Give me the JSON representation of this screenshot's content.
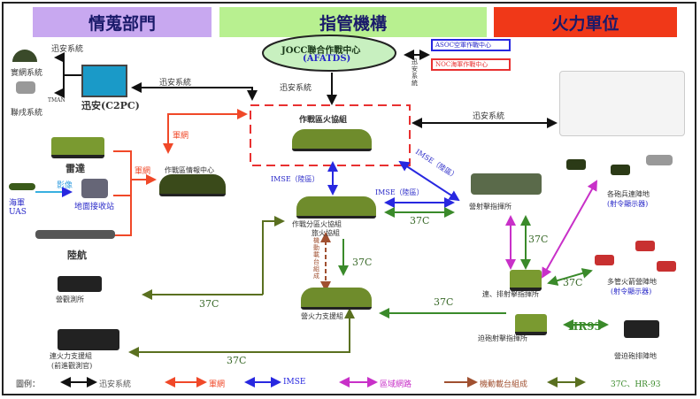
{
  "header": {
    "intel": "情蒐部門",
    "command": "指管機構",
    "fire": "火力單位"
  },
  "colors": {
    "intel": "#c8a8f0",
    "command": "#b8f090",
    "fire": "#f03818",
    "xunan": "#111111",
    "junwang": "#f04828",
    "imse": "#2828e0",
    "lan": "#c830c8",
    "mobile": "#a05030",
    "c37": "#3a8a2a"
  },
  "intel": {
    "xunan_sys": "迅安系統",
    "real_net": "實網系統",
    "joint_sys": "聯戌系統",
    "tman": "TMAN",
    "c2pc": "迅安(C2PC)",
    "radar": "雷達",
    "uas": "海軍 UAS",
    "video": "影像",
    "ground_station": "地面接收站",
    "aviation": "陸航",
    "junwang1": "軍網",
    "junwang2": "軍網",
    "intel_center": "作戰區情報中心"
  },
  "command": {
    "jocc": "JOCC聯合作戰中心",
    "afatds": "(AFATDS)",
    "asoc": "ASOC空軍作戰中心",
    "noc": "NOC海軍作戰中心",
    "xunan_v": "迅安系統",
    "xunan_jocc": "迅安系統",
    "xunan_c2pc": "迅安系統",
    "xunan_right": "迅安系統",
    "area_fscc": "作戰區火協組",
    "imse1": "IMSE（陸區）",
    "imse2": "IMSE（陸區）",
    "imse3": "IMSE（陸區）",
    "sub_fscc": "作戰分區火協組",
    "brigade_fscc": "旅火協組",
    "mobile_v": "機動載台組成",
    "bn_fso": "營火力支援組",
    "bn_op": "營觀測所",
    "co_fso": "連火力支援組",
    "co_fso_sub": "(前進觀測官)"
  },
  "links": {
    "c1": "37C",
    "c2": "37C",
    "c3": "37C",
    "c4": "37C",
    "c5": "37C",
    "c6": "37C",
    "c7": "37C",
    "hr93": "HR93"
  },
  "fire": {
    "bn_fdc": "營射擊指揮所",
    "plt_fdc": "連、排射擊指揮所",
    "mortar_fdc": "迫砲射擊指揮所",
    "arty": "各砲兵連陣地",
    "arty_sub": "(射令顯示器)",
    "mlrs": "多管火箭營陣地",
    "mlrs_sub": "(射令顯示器)",
    "mortar": "營迫砲排陣地"
  },
  "legend": {
    "title": "圖例：",
    "items": [
      "迅安系統",
      "軍網",
      "IMSE",
      "區域網路",
      "機動載台組成",
      "37C、HR-93"
    ]
  }
}
